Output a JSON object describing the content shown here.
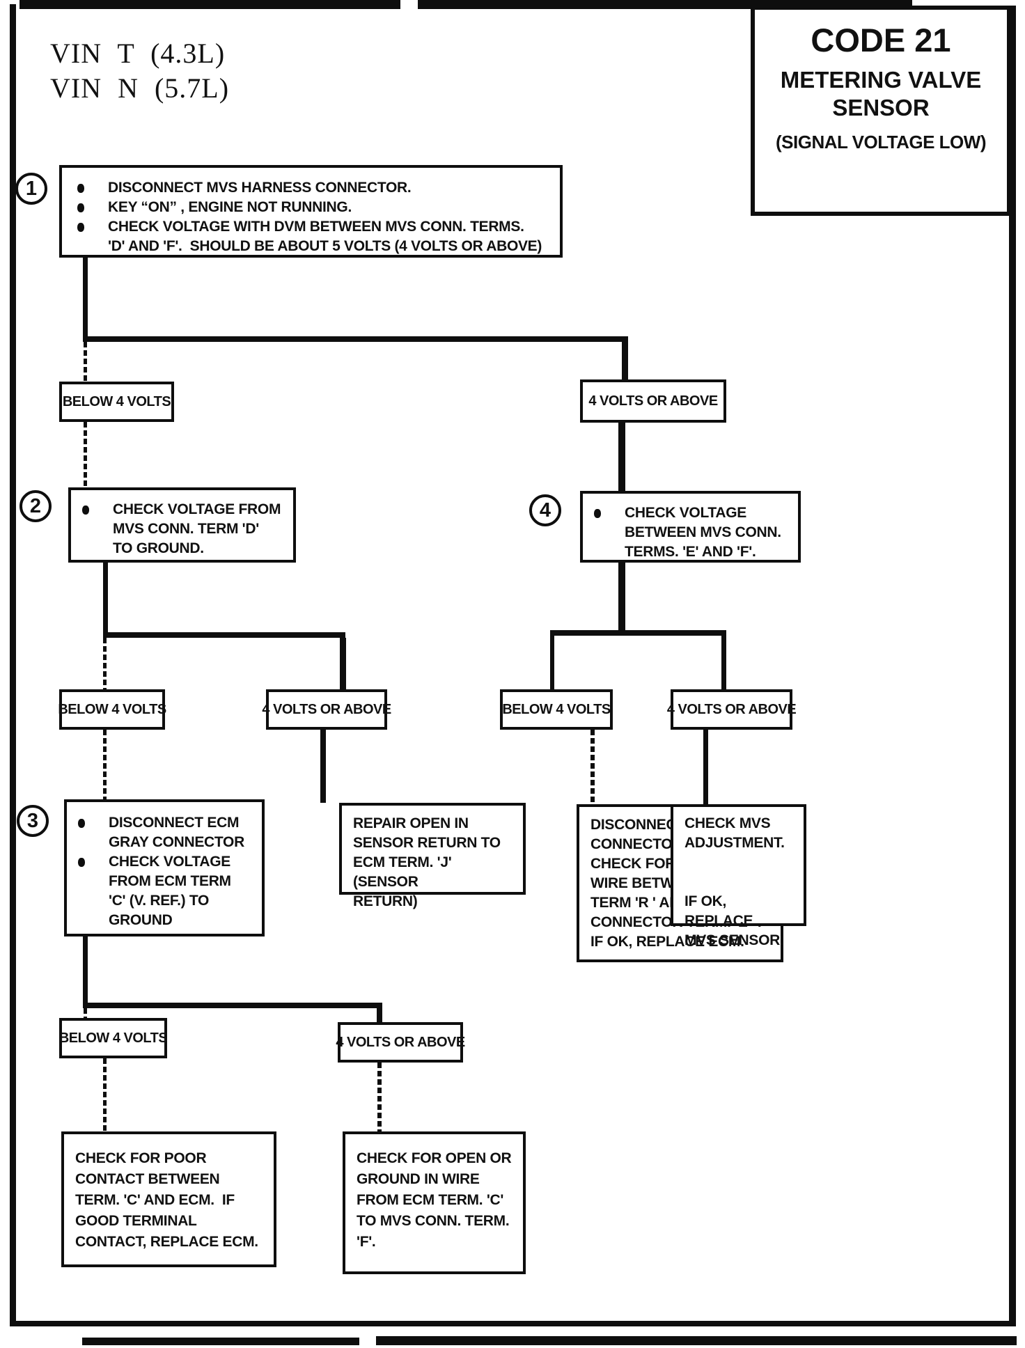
{
  "page": {
    "vin_lines": "VIN T (4.3L)\nVIN N (5.7L)"
  },
  "title_box": {
    "code": "CODE 21",
    "title": "METERING VALVE\nSENSOR",
    "subtitle": "(SIGNAL VOLTAGE LOW)"
  },
  "decision_labels": {
    "t1_below": "BELOW 4 VOLTS",
    "t1_above": "4 VOLTS OR ABOVE",
    "t2_below": "BELOW 4 VOLTS",
    "t2_above": "4 VOLTS OR ABOVE",
    "t3_below": "BELOW 4 VOLTS",
    "t3_above": "4 VOLTS OR ABOVE",
    "t4_below": "BELOW 4 VOLTS",
    "t4_above": "4 VOLTS OR ABOVE"
  },
  "nodes": {
    "step1": {
      "number": "1",
      "bullets": [
        "DISCONNECT MVS HARNESS CONNECTOR.",
        "KEY “ON” , ENGINE NOT RUNNING.",
        "CHECK VOLTAGE WITH DVM BETWEEN MVS CONN. TERMS.\n'D' AND 'F'.  SHOULD BE ABOUT 5 VOLTS (4 VOLTS OR ABOVE)"
      ]
    },
    "step2": {
      "number": "2",
      "bullets": [
        "CHECK VOLTAGE FROM\nMVS CONN. TERM 'D'\nTO GROUND."
      ]
    },
    "step3": {
      "number": "3",
      "bullets": [
        "DISCONNECT ECM\nGRAY CONNECTOR",
        "CHECK VOLTAGE\nFROM ECM TERM\n'C' (V. REF.) TO\nGROUND"
      ]
    },
    "step4": {
      "number": "4",
      "bullets": [
        "CHECK VOLTAGE\nBETWEEN MVS CONN.\nTERMS. 'E' AND 'F'."
      ]
    },
    "repair_open": "REPAIR OPEN IN\nSENSOR RETURN TO\nECM TERM. 'J' (SENSOR\nRETURN)",
    "disconnect_gray": "DISCONNECT ECM GRAY\nCONNECTOR\nCHECK FOR GROUND IN\nWIRE BETWEEN ECM\nTERM 'R ' AND MVS\nCONNECTOR TERM. 'E\"'.\nIF OK, REPLACE ECM.",
    "check_mvs": "CHECK MVS\nADJUSTMENT.\n\n\nIF OK, REPLACE\nMVS SENSOR.",
    "check_poor": "CHECK FOR POOR\nCONTACT BETWEEN\nTERM. 'C' AND ECM.  IF\nGOOD TERMINAL\nCONTACT, REPLACE ECM.",
    "check_open": "CHECK FOR OPEN OR\nGROUND IN WIRE\nFROM ECM TERM. 'C'\nTO MVS CONN. TERM.\n'F'."
  },
  "colors": {
    "ink": "#0e0e0e",
    "paper": "#ffffff"
  }
}
